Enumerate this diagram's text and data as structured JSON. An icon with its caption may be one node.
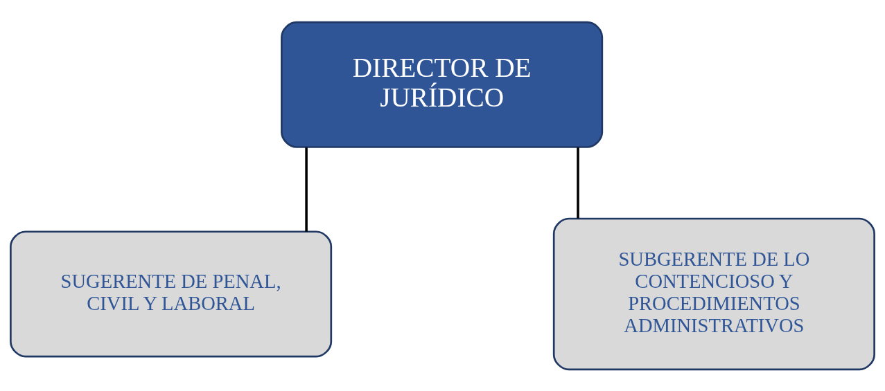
{
  "diagram": {
    "nodes": [
      {
        "text": [
          "DIRECTOR DE JURÍDICO"
        ]
      },
      {
        "text": [
          "SUGERENTE DE PENAL, CIVIL Y LABORAL"
        ]
      },
      {
        "text": [
          "SUBGERENTE DE LO CONTENCIOSO Y PROCEDIMIENTOS ADMINISTRATIVOS"
        ]
      }
    ],
    "edges": [
      {
        "from": 0,
        "to": 1,
        "arrow": "none"
      },
      {
        "from": 0,
        "to": 2,
        "arrow": "none"
      }
    ]
  }
}
